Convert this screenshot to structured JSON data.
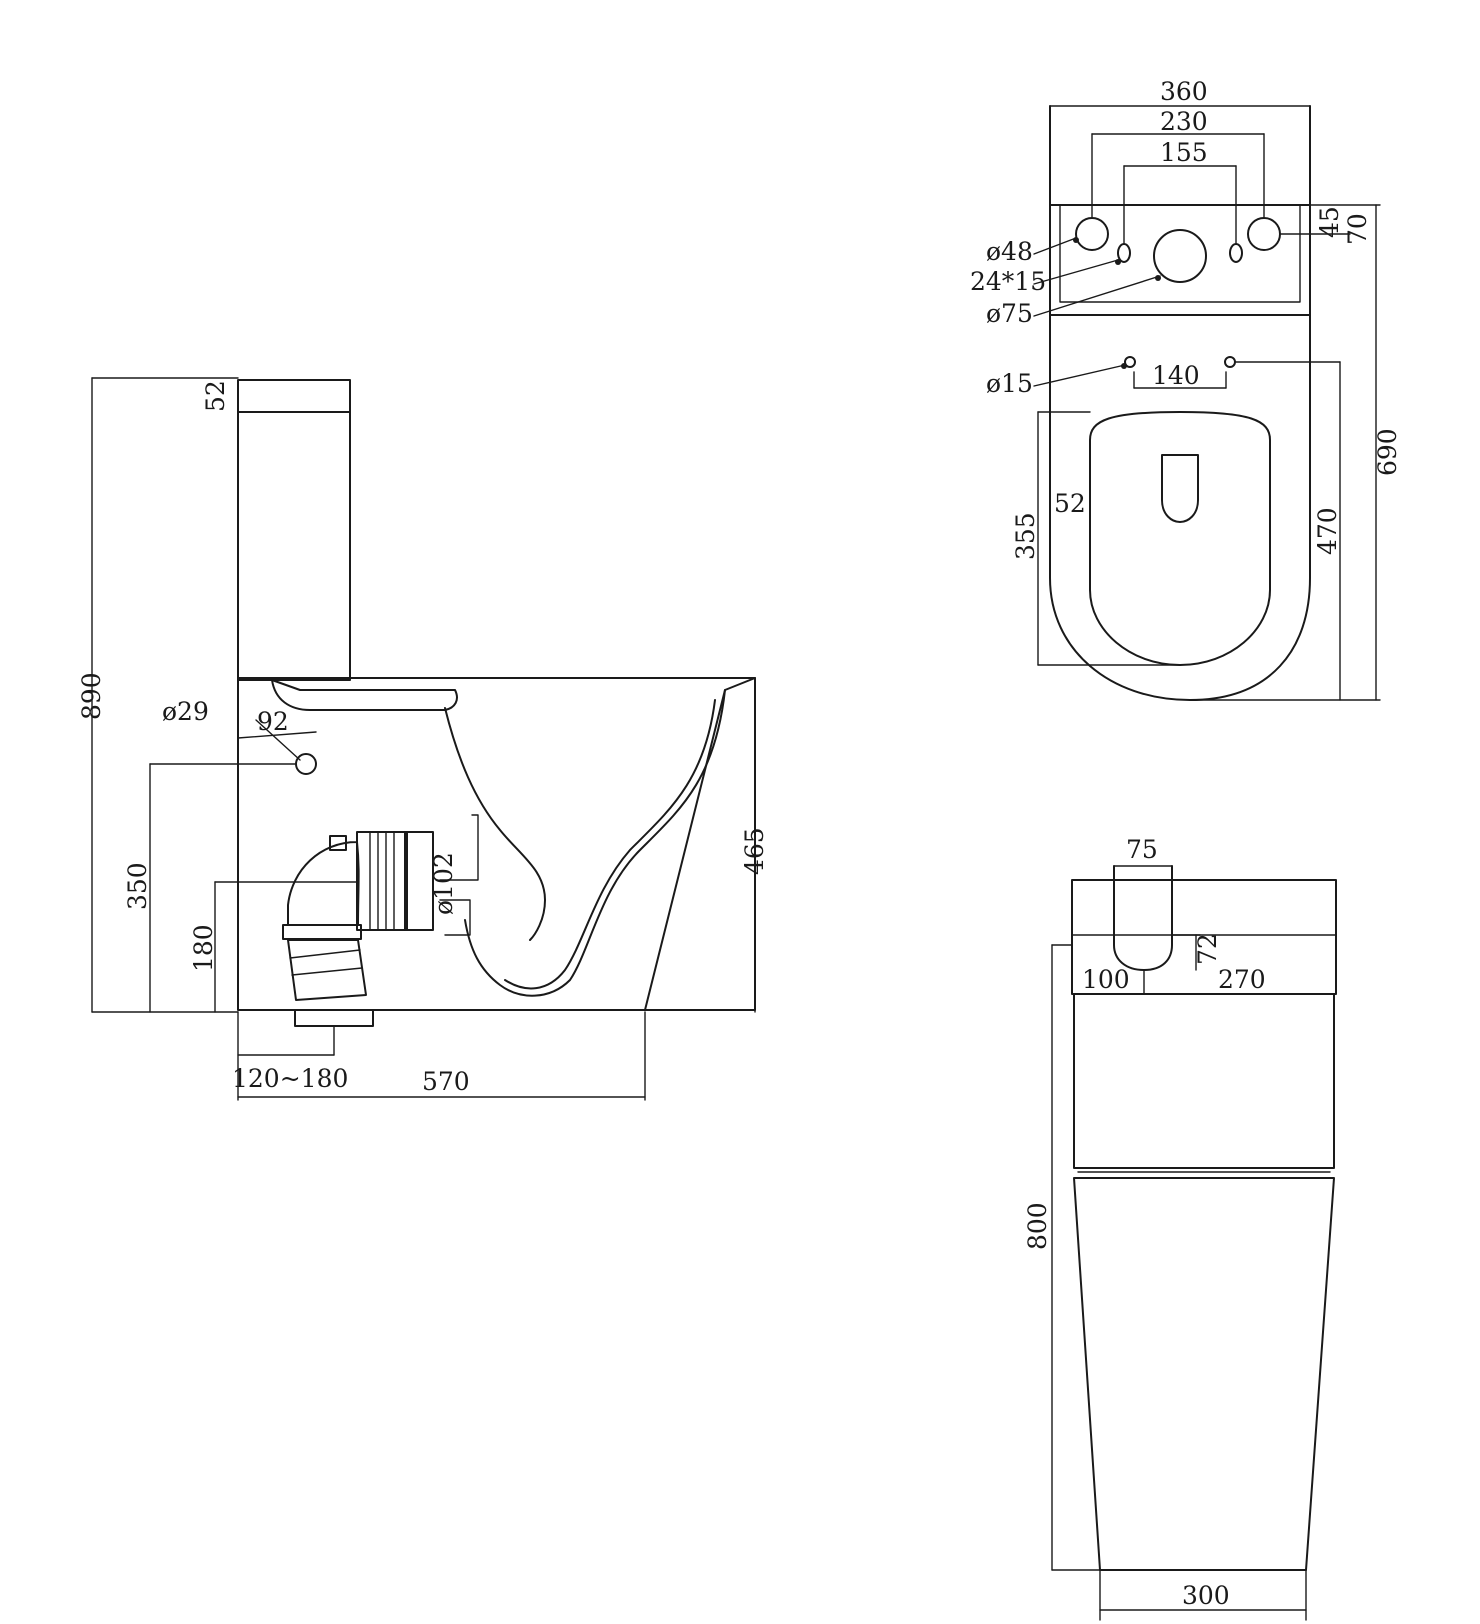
{
  "side_view": {
    "labels": {
      "tank_lid": "52",
      "total_height": "890",
      "inlet_dia": "ø29",
      "inlet_offset": "92",
      "inlet_height": "350",
      "outlet_height": "180",
      "outlet_dia": "ø102",
      "bowl_height": "465",
      "outlet_range": "120~180",
      "depth": "570"
    }
  },
  "top_view": {
    "labels": {
      "width": "360",
      "hole_spacing_outer": "230",
      "hole_spacing_inner": "155",
      "hole_48": "ø48",
      "slot": "24*15",
      "hole_75": "ø75",
      "hole_15": "ø15",
      "hinge_spacing": "140",
      "edge_45": "45",
      "edge_70": "70",
      "total_depth": "690",
      "seat_52": "52",
      "seat_355": "355",
      "seat_470": "470"
    }
  },
  "front_view": {
    "labels": {
      "flush_width": "75",
      "flush_depth": "72",
      "left_offset": "100",
      "right_offset": "270",
      "height": "800",
      "base_width": "300"
    }
  }
}
